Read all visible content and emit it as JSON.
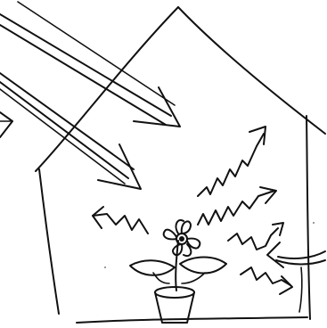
{
  "canvas": {
    "background": "#ffffff",
    "ink": "#111111"
  },
  "elements": {
    "house": "greenhouse-outline",
    "plant": "potted-flower",
    "incoming": "sunlight-arrows",
    "outgoing": "heat-squiggle-arrows",
    "escaping": "curved-escape-arrow"
  }
}
